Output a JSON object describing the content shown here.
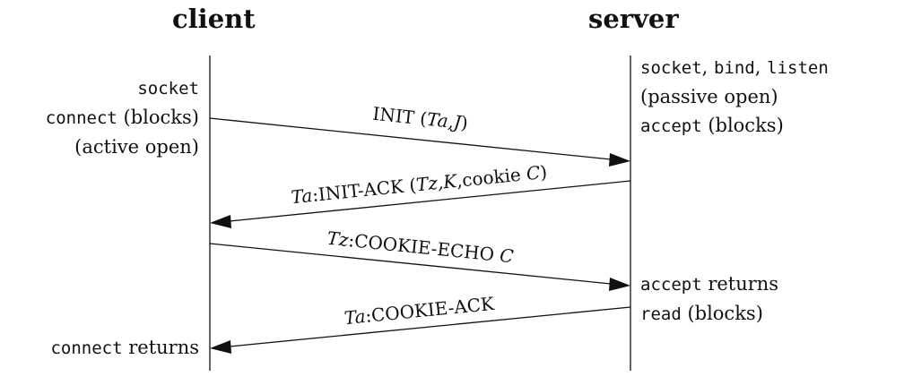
{
  "headers": {
    "client": "client",
    "server": "server"
  },
  "client_actions": {
    "socket": "socket",
    "connect": "connect",
    "connect_suffix": " (blocks)",
    "active_open": "(active open)",
    "connect_returns_code": "connect",
    "connect_returns_text": " returns"
  },
  "server_actions": {
    "socket": "socket",
    "bind": "bind",
    "listen": "listen",
    "comma": ", ",
    "passive_open": "(passive open)",
    "accept": "accept",
    "accept_suffix": " (blocks)",
    "accept_returns_code": "accept",
    "accept_returns_text": " returns",
    "read": "read",
    "read_suffix": " (blocks)"
  },
  "messages": [
    {
      "id": "init",
      "parts": [
        {
          "t": "INIT (",
          "i": false
        },
        {
          "t": "Ta,J",
          "i": true
        },
        {
          "t": ")",
          "i": false
        }
      ]
    },
    {
      "id": "init-ack",
      "parts": [
        {
          "t": "Ta",
          "i": true
        },
        {
          "t": ":INIT-ACK (",
          "i": false
        },
        {
          "t": "Tz,K",
          "i": true
        },
        {
          "t": ",cookie ",
          "i": false
        },
        {
          "t": "C",
          "i": true
        },
        {
          "t": ")",
          "i": false
        }
      ]
    },
    {
      "id": "cookie-echo",
      "parts": [
        {
          "t": "Tz",
          "i": true
        },
        {
          "t": ":COOKIE-ECHO ",
          "i": false
        },
        {
          "t": "C",
          "i": true
        }
      ]
    },
    {
      "id": "cookie-ack",
      "parts": [
        {
          "t": "Ta",
          "i": true
        },
        {
          "t": ":COOKIE-ACK",
          "i": false
        }
      ]
    }
  ]
}
